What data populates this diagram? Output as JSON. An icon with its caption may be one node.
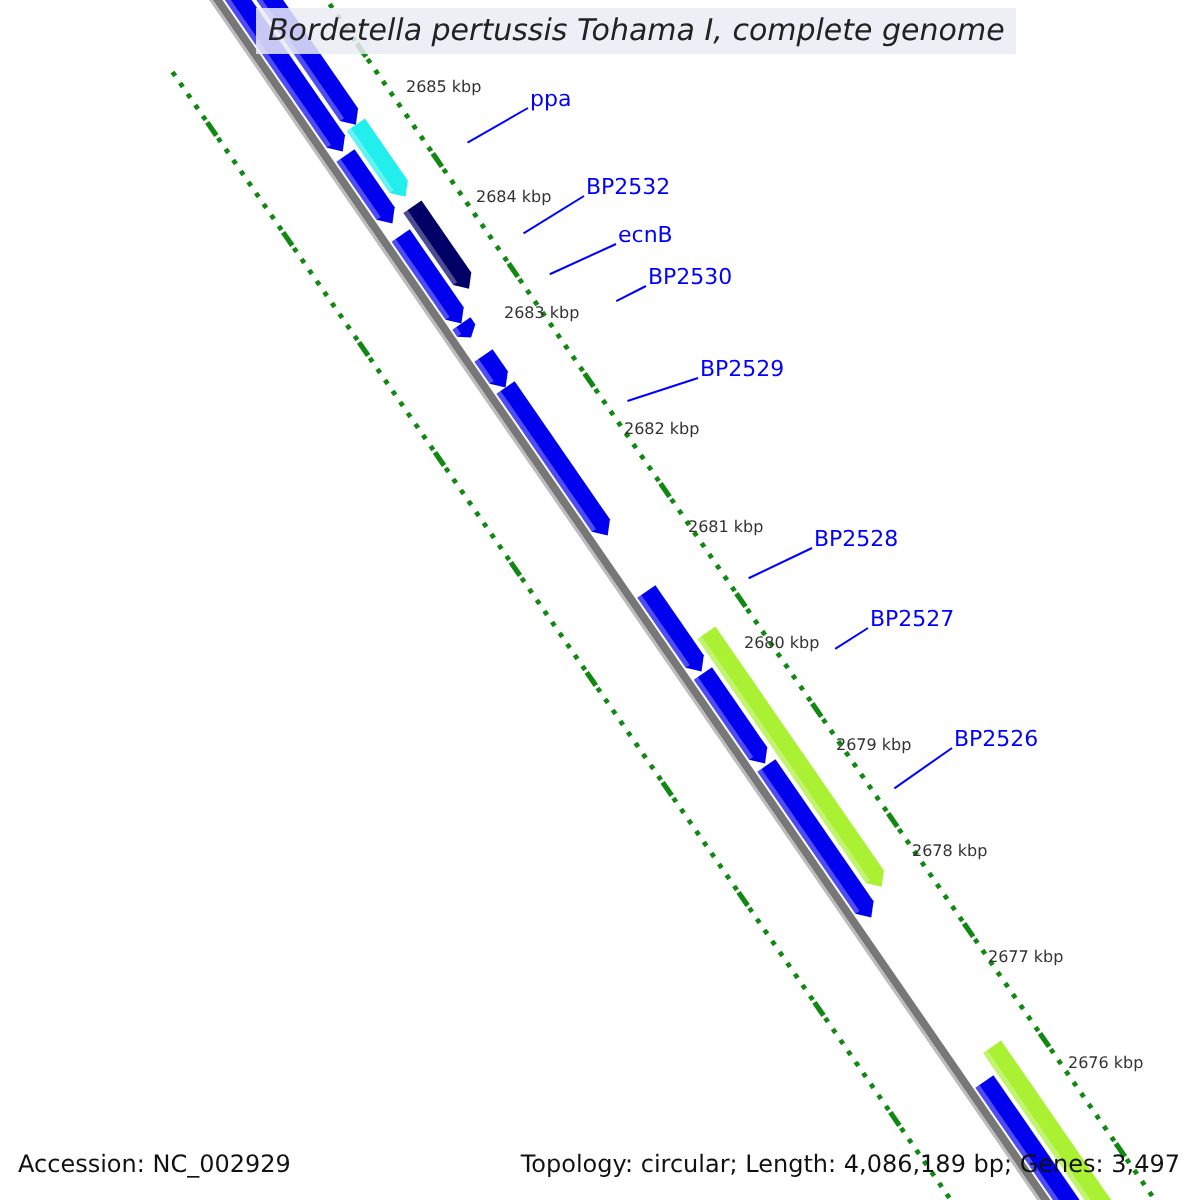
{
  "diagram": {
    "title": "Bordetella pertussis Tohama I, complete genome",
    "nodes": [
      {
        "text": [
          "ppa"
        ]
      },
      {
        "text": [
          "BP2532"
        ]
      },
      {
        "text": [
          "ecnB"
        ]
      },
      {
        "text": [
          "BP2530"
        ]
      },
      {
        "text": [
          "BP2529"
        ]
      },
      {
        "text": [
          "BP2528"
        ]
      },
      {
        "text": [
          "BP2527"
        ]
      },
      {
        "text": [
          "BP2526"
        ]
      }
    ],
    "edges": [
      {
        "from": 0,
        "to": null,
        "arrow": "none"
      },
      {
        "from": 1,
        "to": null,
        "arrow": "none"
      },
      {
        "from": 2,
        "to": null,
        "arrow": "none"
      },
      {
        "from": 3,
        "to": null,
        "arrow": "none"
      },
      {
        "from": 4,
        "to": null,
        "arrow": "none"
      },
      {
        "from": 5,
        "to": null,
        "arrow": "none"
      },
      {
        "from": 6,
        "to": null,
        "arrow": "none"
      },
      {
        "from": 7,
        "to": null,
        "arrow": "none"
      }
    ],
    "labels": [
      "2685 kbp",
      "2684 kbp",
      "2683 kbp",
      "2682 kbp",
      "2681 kbp",
      "2680 kbp",
      "2679 kbp",
      "2678 kbp",
      "2677 kbp",
      "2676 kbp",
      "Accession: NC_002929",
      "Topology: circular; Length: 4,086,189 bp; Genes: 3,497"
    ]
  }
}
